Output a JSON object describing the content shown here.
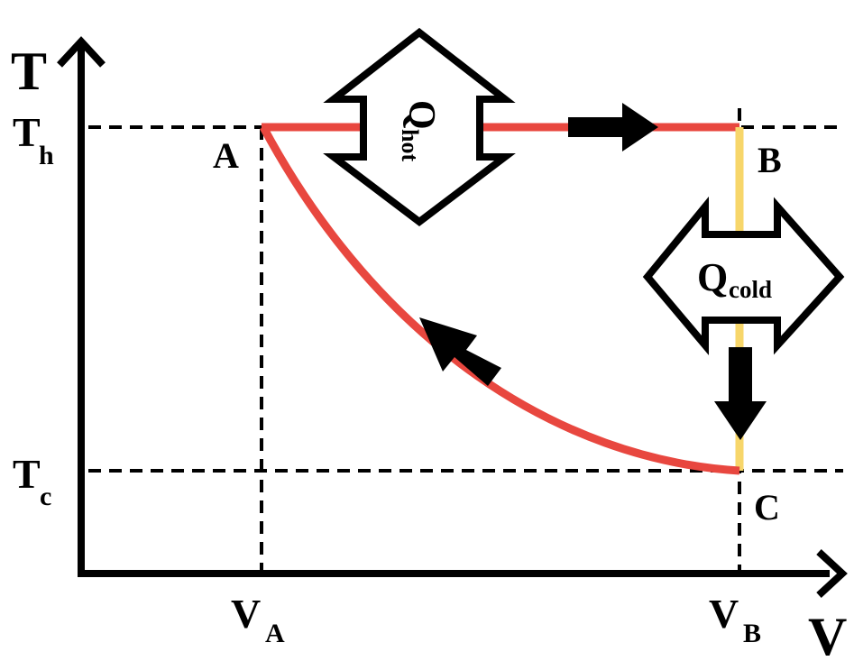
{
  "axes": {
    "y_label": "T",
    "x_label": "V"
  },
  "ticks": {
    "th_main": "T",
    "th_sub": "h",
    "tc_main": "T",
    "tc_sub": "c",
    "va_main": "V",
    "va_sub": "A",
    "vb_main": "V",
    "vb_sub": "B"
  },
  "points": {
    "a": "A",
    "b": "B",
    "c": "C"
  },
  "heat": {
    "hot_main": "Q",
    "hot_sub": "hot",
    "cold_main": "Q",
    "cold_sub": "cold"
  },
  "colors": {
    "isotherm": "#e8473f",
    "isochore": "#f7d66a",
    "axis": "#000000"
  }
}
